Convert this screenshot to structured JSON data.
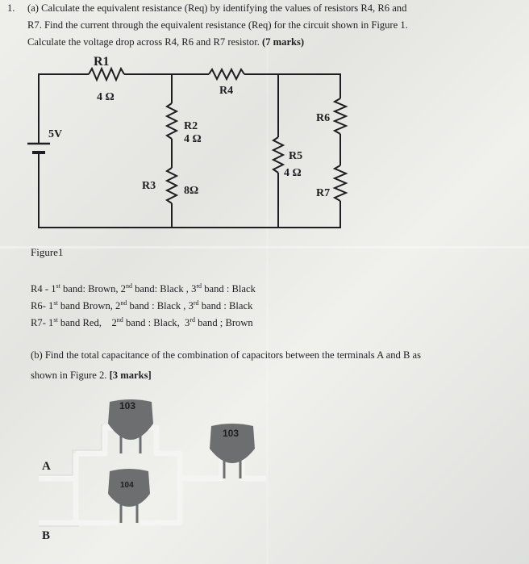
{
  "question": {
    "number": "1.",
    "part_a_line1": "(a) Calculate the equivalent resistance (Req) by identifying the values of resistors R4, R6 and",
    "part_a_line2": "R7. Find the current through the equivalent resistance (Req) for the circuit shown in Figure 1.",
    "part_a_line3_text": "Calculate the voltage drop across R4, R6 and R7 resistor.",
    "part_a_marks": "(7 marks)"
  },
  "circuit": {
    "source_label": "5V",
    "r1_label": "R1",
    "r1_value": "4 Ω",
    "r2_label": "R2",
    "r2_value": "4 Ω",
    "r3_label": "R3",
    "r3_value": "8Ω",
    "r4_label": "R4",
    "r5_label": "R5",
    "r5_value": "4 Ω",
    "r6_label": "R6",
    "r7_label": "R7"
  },
  "figure1_caption": "Figure1",
  "bands": {
    "r4": {
      "prefix": "R4 - 1",
      "sup1": "st",
      "mid1": " band: Brown, 2",
      "sup2": "nd",
      "mid2": " band: Black , 3",
      "sup3": "rd",
      "end": " band : Black"
    },
    "r6": {
      "prefix": "R6- 1",
      "sup1": "st",
      "mid1": " band Brown, 2",
      "sup2": "nd",
      "mid2": " band : Black , 3",
      "sup3": "rd",
      "end": " band : Black"
    },
    "r7": {
      "prefix": "R7- 1",
      "sup1": "st",
      "mid1": " band Red,    2",
      "sup2": "nd",
      "mid2": " band : Black,  3",
      "sup3": "rd",
      "end": " band ; Brown"
    }
  },
  "part_b": {
    "line1": "(b) Find the total capacitance of the combination of capacitors between the terminals A and B as",
    "line2_text": "shown in Figure 2.",
    "marks": "[3 marks]"
  },
  "capacitors": {
    "c_top": "103",
    "c_right": "103",
    "c_bottom": "104",
    "terminal_a": "A",
    "terminal_b": "B"
  }
}
